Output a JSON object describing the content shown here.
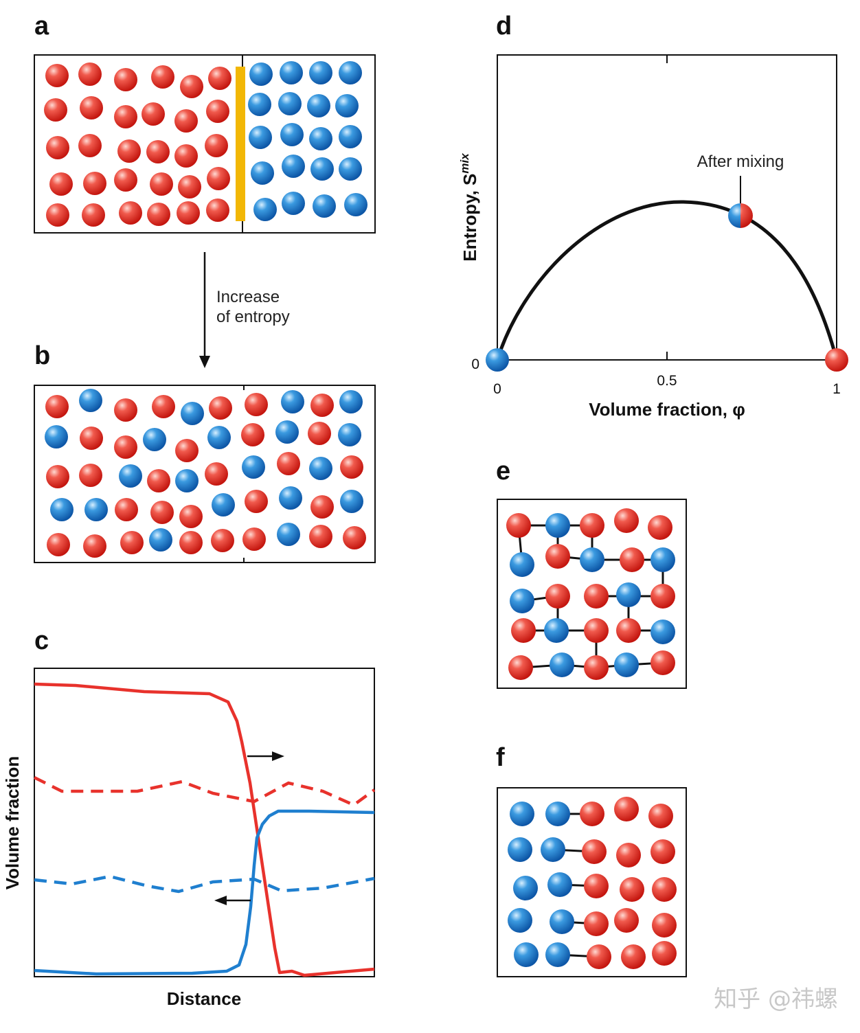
{
  "colors": {
    "red": "#e8322c",
    "blue": "#1f7fcf",
    "partition": "#f2b705",
    "line": "#111111"
  },
  "panels": {
    "a": {
      "letter": "a"
    },
    "b": {
      "letter": "b"
    },
    "c": {
      "letter": "c",
      "xlabel": "Distance",
      "ylabel": "Volume fraction"
    },
    "d": {
      "letter": "d",
      "xlabel": "Volume fraction, φ",
      "ylabel": "Entropy, S",
      "ylabel_sup": "mix",
      "annotation": "After mixing",
      "xticks": [
        "0",
        "0.5",
        "1"
      ],
      "ytick": "0"
    },
    "e": {
      "letter": "e"
    },
    "f": {
      "letter": "f"
    }
  },
  "arrow_label": {
    "line1": "Increase",
    "line2": "of entropy"
  },
  "watermark": "知乎 @祎螺"
}
